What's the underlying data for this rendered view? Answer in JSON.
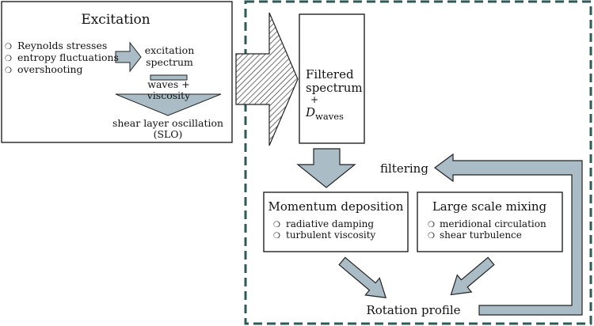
{
  "excitation": {
    "title": "Excitation",
    "items": [
      "Reynolds stresses",
      "entropy fluctuations",
      "overshooting"
    ],
    "spectrum_line1": "excitation",
    "spectrum_line2": "spectrum",
    "waves_line1": "waves +",
    "waves_line2": "viscosity",
    "slo_line1": "shear layer oscillation",
    "slo_line2": "(SLO)"
  },
  "filtered": {
    "line1": "Filtered",
    "line2": "spectrum",
    "plus": "+",
    "d_symbol": "D",
    "d_subscript": "waves"
  },
  "filtering_label": "filtering",
  "momentum": {
    "title": "Momentum deposition",
    "items": [
      "radiative damping",
      "turbulent viscosity"
    ]
  },
  "mixing": {
    "title": "Large scale mixing",
    "items": [
      "meridional circulation",
      "shear turbulence"
    ]
  },
  "rotation_label": "Rotation profile",
  "bullet": "❍",
  "colors": {
    "arrow_fill": "#aabcc6",
    "dashed_border": "#2f5a56",
    "box_border": "#222222"
  }
}
